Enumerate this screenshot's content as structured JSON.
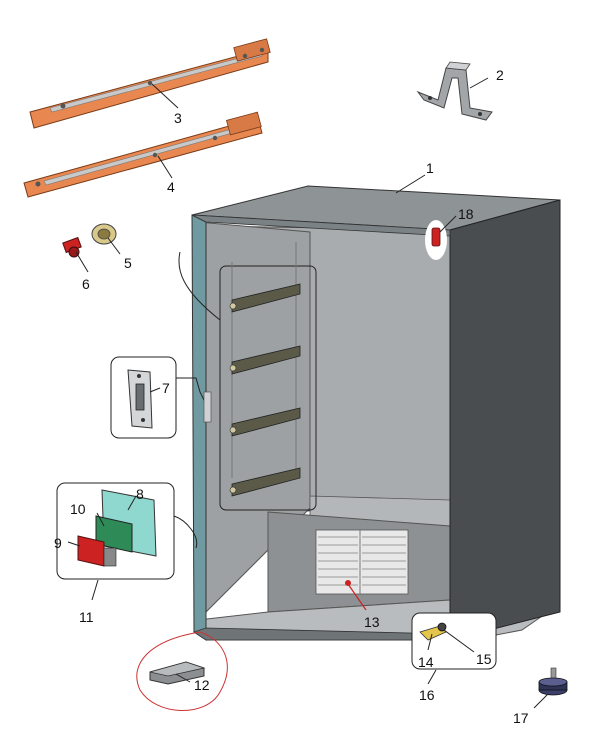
{
  "callouts": [
    {
      "id": "1",
      "text": "1"
    },
    {
      "id": "2",
      "text": "2"
    },
    {
      "id": "3",
      "text": "3"
    },
    {
      "id": "4",
      "text": "4"
    },
    {
      "id": "5",
      "text": "5"
    },
    {
      "id": "6",
      "text": "6"
    },
    {
      "id": "7",
      "text": "7"
    },
    {
      "id": "8",
      "text": "8"
    },
    {
      "id": "9",
      "text": "9"
    },
    {
      "id": "10",
      "text": "10"
    },
    {
      "id": "11",
      "text": "11"
    },
    {
      "id": "12",
      "text": "12"
    },
    {
      "id": "13",
      "text": "13"
    },
    {
      "id": "14",
      "text": "14"
    },
    {
      "id": "15",
      "text": "15"
    },
    {
      "id": "16",
      "text": "16"
    },
    {
      "id": "17",
      "text": "17"
    },
    {
      "id": "18",
      "text": "18"
    }
  ],
  "colors": {
    "cabinet_top": "#8e9396",
    "cabinet_side": "#4a4d50",
    "cabinet_inner": "#a9acae",
    "cabinet_floor": "#b9bcbe",
    "rail_orange": "#e8874f",
    "board_green": "#2e8b57",
    "board_teal": "#8fd8d0",
    "part_red": "#cc2222",
    "highlight_circle": "#cc3333"
  }
}
